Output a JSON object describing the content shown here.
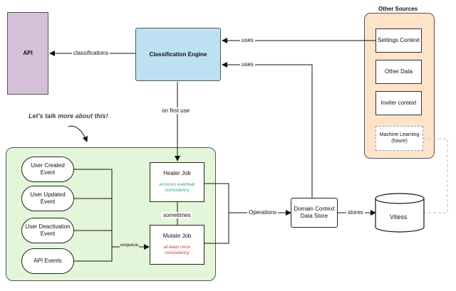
{
  "nodes": {
    "api": "API",
    "classification_engine": "Classification Engine",
    "other_sources": "Other Sources",
    "settings_context": "Settings Context",
    "other_data": "Other Data",
    "inviter_context": "Inviter context",
    "machine_learning": "Machine Learning\n(future)",
    "user_created": "User Created\nEvent",
    "user_updated": "User Updated\nEvent",
    "user_deactivation": "User Deactivation\nEvent",
    "api_events": "API Events",
    "healer_job": "Healer Job",
    "healer_note": "ensures eventual\nconsistency",
    "mutate_job": "Mutate Job",
    "mutate_note": "at-least once\nconsistency",
    "domain_context": "Domain Context\nData Store",
    "vitess": "Vitess"
  },
  "edges": {
    "classifications": "classifications",
    "uses_top": "uses",
    "uses_mid": "uses",
    "on_first_use": "on first use",
    "sometimes": "sometimes",
    "operations": "Operations",
    "stores": "stores",
    "enqueue": "enqueue"
  },
  "annotation": "Let's talk more about this!",
  "colors": {
    "api_fill": "#d5bfd9",
    "engine_fill": "#bde0f3",
    "other_sources_fill": "#fde3c8",
    "events_group_fill": "#e4f6d9",
    "healer_note": "#2a9d8f",
    "mutate_note": "#d62d3c",
    "dashed_line": "#bdbdbd"
  }
}
